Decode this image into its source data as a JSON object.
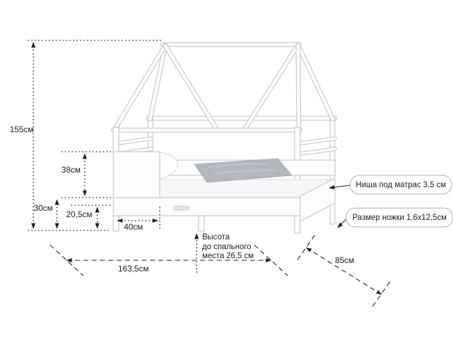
{
  "dims": {
    "height": "155см",
    "guard": "38см",
    "rail": "30см",
    "clearance": "20,5см",
    "head": "40см",
    "length": "163,5см",
    "depth": "85см"
  },
  "notes": {
    "sleep_line1": "Высота",
    "sleep_line2": "до спального",
    "sleep_line3": "места 26,5 см"
  },
  "callouts": {
    "mattress_niche": "Ниша под матрас 3,5 см",
    "leg_size": "Размер ножки 1,6x12,5см"
  },
  "colors": {
    "background": "#ffffff",
    "bed_fill": "#fcfdfe",
    "bed_outline": "#c8cdd4",
    "blanket": "#b2b8be",
    "dimension_lines": "#1f1f1f"
  }
}
